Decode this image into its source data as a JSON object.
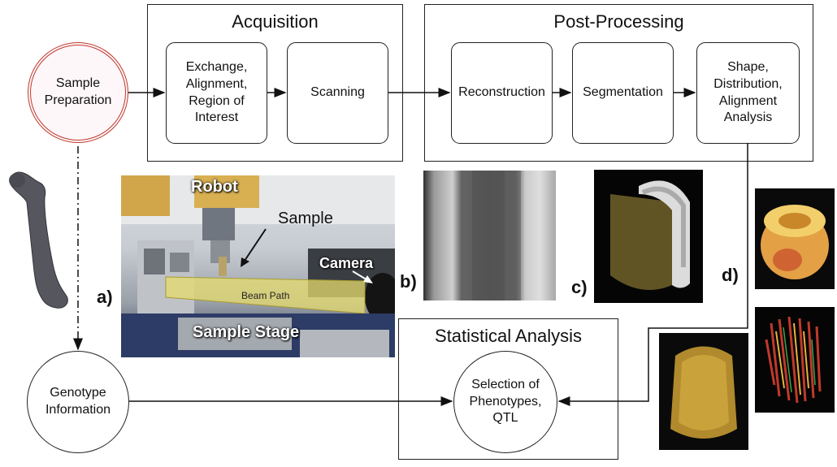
{
  "groups": {
    "acquisition": "Acquisition",
    "post_processing": "Post-Processing",
    "statistical_analysis": "Statistical Analysis"
  },
  "nodes": {
    "sample_preparation": "Sample\nPreparation",
    "exchange": "Exchange,\nAlignment,\nRegion of\nInterest",
    "scanning": "Scanning",
    "reconstruction": "Reconstruction",
    "segmentation": "Segmentation",
    "shape_analysis": "Shape,\nDistribution,\nAlignment\nAnalysis",
    "genotype": "Genotype\nInformation",
    "selection": "Selection of\nPhenotypes,\nQTL"
  },
  "photo": {
    "robot": "Robot",
    "sample": "Sample",
    "camera": "Camera",
    "beam_path": "Beam Path",
    "sample_stage": "Sample Stage"
  },
  "panel_labels": {
    "a": "a)",
    "b": "b)",
    "c": "c)",
    "d": "d)"
  },
  "colors": {
    "sample_prep_border": "#c0392b",
    "beam_path": "#e6dc6e",
    "line": "#111111"
  }
}
